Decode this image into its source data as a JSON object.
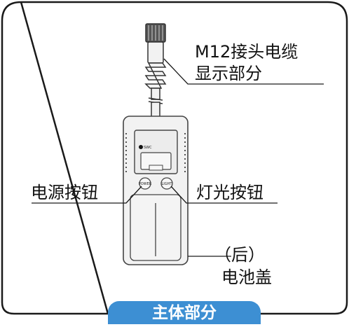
{
  "labels": {
    "cable": "M12接头电缆",
    "display": "显示部分",
    "power_button": "电源按钮",
    "light_button": "灯光按钮",
    "cover_line1": "（后）",
    "cover_line2": "电池盖"
  },
  "device_text": {
    "status_mark": "SWC",
    "power_key": "POWER",
    "light_key": "LIGHT"
  },
  "footer_tag": "主体部分",
  "colors": {
    "frame": "#1a1a1a",
    "accent": "#3d8fd3",
    "device_fill": "#f2f2f2",
    "device_stroke": "#444444"
  }
}
